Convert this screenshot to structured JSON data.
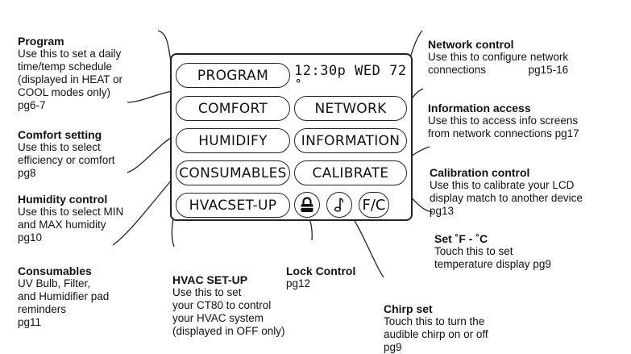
{
  "screen": {
    "status_text": "12:30p WED 72 ˚",
    "buttons": {
      "program": "PROGRAM",
      "comfort": "COMFORT",
      "network": "NETWORK",
      "humidify": "HUMIDIFY",
      "information": "INFORMATION",
      "consumables": "CONSUMABLES",
      "calibrate": "CALIBRATE",
      "hvac_setup": "HVACSET-UP",
      "temp_units": "F/C"
    },
    "icons": [
      "lock-icon",
      "musical-note-icon"
    ]
  },
  "callouts": {
    "program": {
      "title": "Program",
      "body": "Use this to set a daily\ntime/temp schedule\n(displayed in HEAT or\nCOOL modes only)\npg6-7"
    },
    "comfort": {
      "title": "Comfort setting",
      "body": "Use this to select\nefficiency or comfort\npg8"
    },
    "humidity": {
      "title": "Humidity control",
      "body": "Use this to select MIN\nand MAX humidity\npg10"
    },
    "consumables": {
      "title": "Consumables",
      "body": "UV Bulb, Filter,\nand Humidifier pad\nreminders\npg11"
    },
    "hvac": {
      "title": "HVAC SET-UP",
      "body": "Use this to set\nyour CT80 to control\nyour HVAC system\n(displayed in OFF only)"
    },
    "lock": {
      "title": "Lock Control",
      "body": "pg12"
    },
    "chirp": {
      "title": "Chirp set",
      "body": "Touch this to turn the\naudible chirp on or off\npg9"
    },
    "network": {
      "title": "Network control",
      "body": "Use this to configure network\nconnections              pg15-16"
    },
    "information": {
      "title": "Information access",
      "body": "Use this to access info screens\nfrom network connections pg17"
    },
    "calibration": {
      "title": "Calibration control",
      "body": "Use this to calibrate your LCD\ndisplay match to another device\npg13"
    },
    "set": {
      "title": "Set ˚F - ˚C",
      "body": "Touch this to set\ntemperature display pg9"
    }
  }
}
